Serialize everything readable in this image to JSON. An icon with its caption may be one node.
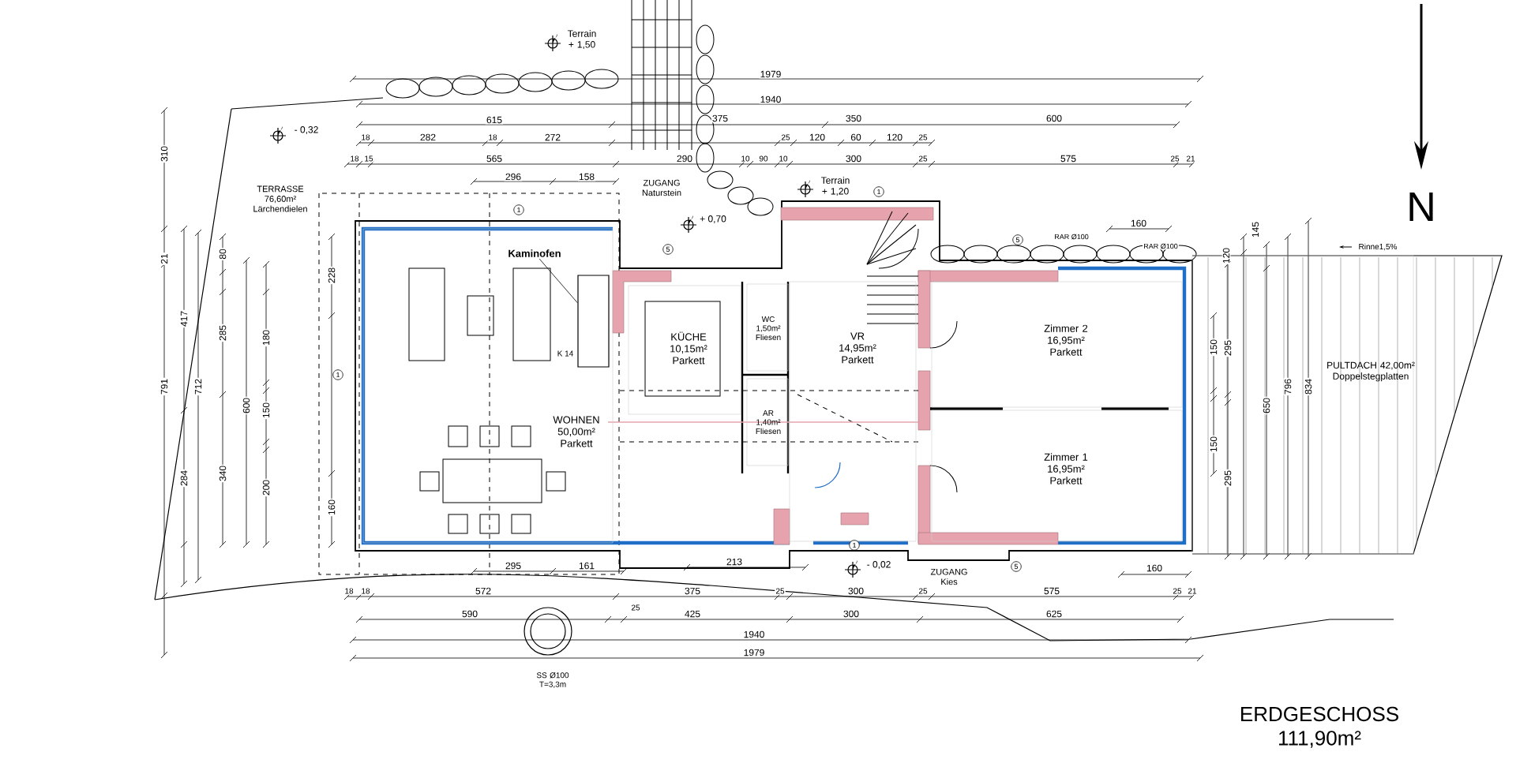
{
  "diagram": {
    "title": "ERDGESCHOSS",
    "caption": "111,90m²",
    "nodes": [
      {
        "text": [
          "WOHNEN 50,00m² Parkett"
        ]
      },
      {
        "text": [
          "Kaminofen"
        ],
        "in": 0
      },
      {
        "text": [],
        "shape": "box",
        "in": 0
      },
      {
        "text": [
          "KÜCHE 10,15m² Parkett"
        ]
      },
      {
        "text": [
          "WC 1,50m² Fliesen"
        ]
      },
      {
        "text": [
          "VR 14,95m² Parkett"
        ]
      },
      {
        "text": [
          "AR 1,40m² Fliesen"
        ]
      },
      {
        "text": [
          "Zimmer 2 16,95m² Parkett"
        ]
      },
      {
        "text": [
          "Zimmer 1 16,95m² Parkett"
        ]
      },
      {
        "text": [
          "PULTDACH 42,00m² Doppelstegplatten"
        ]
      }
    ],
    "edges": [
      {
        "from": 1,
        "to": 2,
        "arrow": "none"
      }
    ],
    "labels": [
      "Terrain + 1,50",
      "1979",
      "- 0,32",
      "310",
      "1940",
      "615",
      "375",
      "350",
      "600",
      "18",
      "282",
      "18",
      "272",
      "25",
      "120",
      "60",
      "120",
      "25",
      "18",
      "15",
      "565",
      "290",
      "10",
      "90",
      "10",
      "300",
      "25",
      "575",
      "25",
      "21",
      "TERRASSE 76,60m² Lärchendielen",
      "296",
      "158",
      "ZUGANG Naturstein",
      "Terrain + 1,20",
      "+ 0,70",
      "160",
      "RAR Ø100",
      "RAR Ø100",
      "Rinne1,5%",
      "N",
      "120",
      "145",
      "21",
      "80",
      "228",
      "417",
      "285",
      "180",
      "K 14",
      "791",
      "712",
      "600",
      "150",
      "150",
      "295",
      "796",
      "834",
      "650",
      "150",
      "284",
      "340",
      "200",
      "295",
      "160",
      "295",
      "161",
      "213",
      "- 0,02",
      "160",
      "ZUGANG Kies",
      "18",
      "18",
      "572",
      "375",
      "25",
      "300",
      "25",
      "575",
      "25",
      "21",
      "590",
      "25",
      "425",
      "300",
      "625",
      "1940",
      "1979",
      "SS Ø100 T=3,3m",
      "1",
      "5",
      "1",
      "1",
      "5",
      "1",
      "5"
    ]
  }
}
